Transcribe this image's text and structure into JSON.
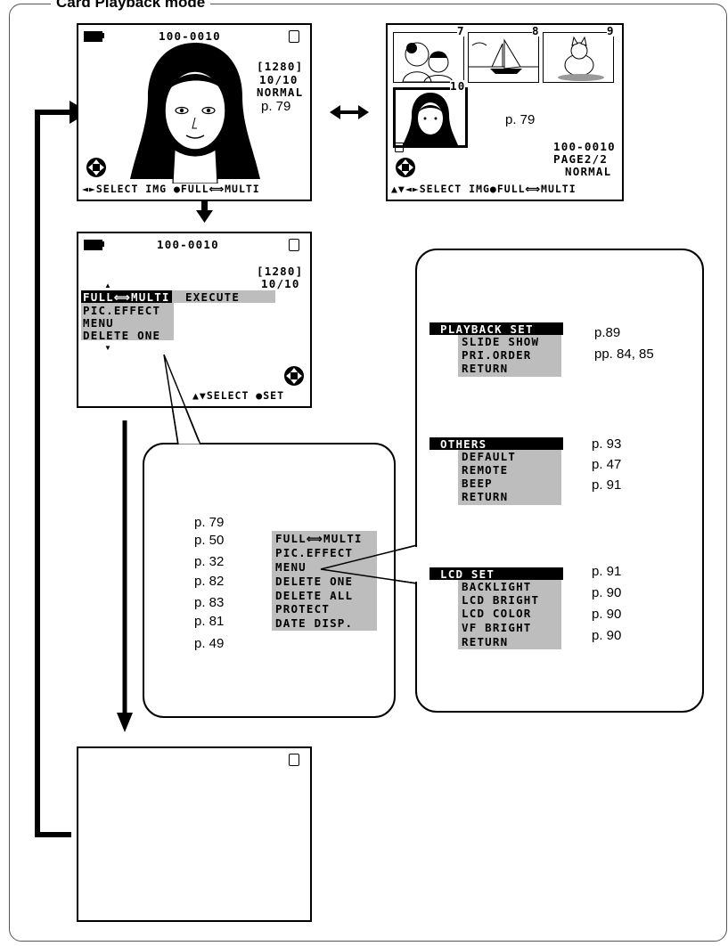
{
  "title": "Card Playback mode",
  "screen_full": {
    "file": "100-0010",
    "size": "[1280]",
    "count": "10/10",
    "quality": "NORMAL",
    "page_ref": "p. 79",
    "guide": "◄►SELECT IMG ●FULL⟺MULTI"
  },
  "screen_multi": {
    "thumb_numbers": [
      "7",
      "8",
      "9",
      "10"
    ],
    "page_ref": "p. 79",
    "file": "100-0010",
    "page": "PAGE2/2",
    "quality": "NORMAL",
    "guide": "▲▼◄►SELECT IMG●FULL⟺MULTI"
  },
  "screen_menu": {
    "file": "100-0010",
    "size": "[1280]",
    "count": "10/10",
    "item_selected": "FULL⟺MULTI",
    "execute": "EXECUTE",
    "items": [
      "PIC.EFFECT",
      "MENU",
      "DELETE ONE"
    ],
    "guide": "▲▼SELECT  ●SET"
  },
  "submenu": {
    "items": [
      "FULL⟺MULTI",
      "PIC.EFFECT",
      "MENU",
      "DELETE ONE",
      "DELETE ALL",
      "PROTECT",
      "DATE DISP."
    ],
    "refs": [
      "p. 79",
      "p. 50",
      "p. 32",
      "p. 82",
      "p. 83",
      "p. 81",
      "p. 49"
    ]
  },
  "playback_set": {
    "header": "PLAYBACK SET",
    "items": [
      "SLIDE SHOW",
      "PRI.ORDER",
      "RETURN"
    ],
    "refs": [
      "p.89",
      "pp. 84, 85"
    ]
  },
  "others": {
    "header": "OTHERS",
    "items": [
      "DEFAULT",
      "REMOTE",
      "BEEP",
      "RETURN"
    ],
    "refs": [
      "p. 93",
      "p. 47",
      "p. 91"
    ]
  },
  "lcd_set": {
    "header": "LCD SET",
    "items": [
      "BACKLIGHT",
      "LCD BRIGHT",
      "LCD COLOR",
      "VF BRIGHT",
      "RETURN"
    ],
    "refs": [
      "p. 91",
      "p. 90",
      "p. 90",
      "p. 90"
    ]
  },
  "icons": [
    "battery-icon",
    "card-icon",
    "dpad-icon",
    "arrow-icon"
  ]
}
